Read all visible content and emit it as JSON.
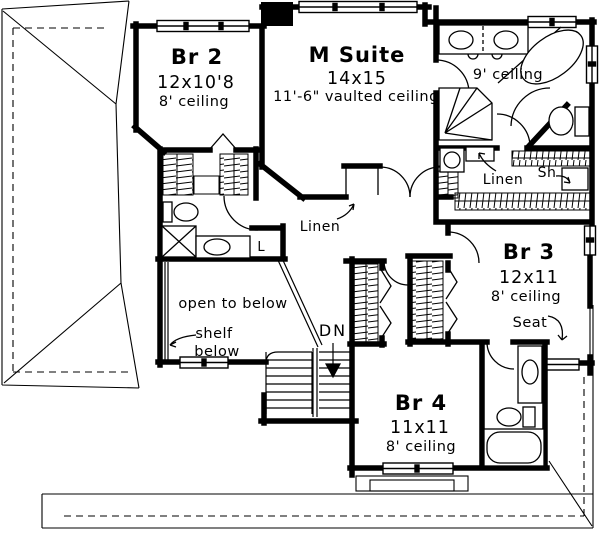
{
  "colors": {
    "ink": "#000000",
    "paper": "#ffffff"
  },
  "rooms": {
    "br2": {
      "name": "Br 2",
      "dims": "12x10'8",
      "ceiling": "8' ceiling"
    },
    "msuite": {
      "name": "M Suite",
      "dims": "14x15",
      "ceiling": "11'-6\" vaulted ceiling"
    },
    "master_bath": {
      "ceiling": "9' ceiling"
    },
    "br3": {
      "name": "Br 3",
      "dims": "12x11",
      "ceiling": "8' ceiling"
    },
    "br4": {
      "name": "Br 4",
      "dims": "11x11",
      "ceiling": "8' ceiling"
    }
  },
  "annotations": {
    "closet_linen_master": "Linen",
    "shelf_master": "Sh",
    "hall_linen": "Linen",
    "linen_closet_abbrev": "L",
    "open_to_below": "open to below",
    "shelf_line1": "shelf",
    "shelf_line2": "below",
    "stairs_down": "DN",
    "window_seat": "Seat"
  }
}
